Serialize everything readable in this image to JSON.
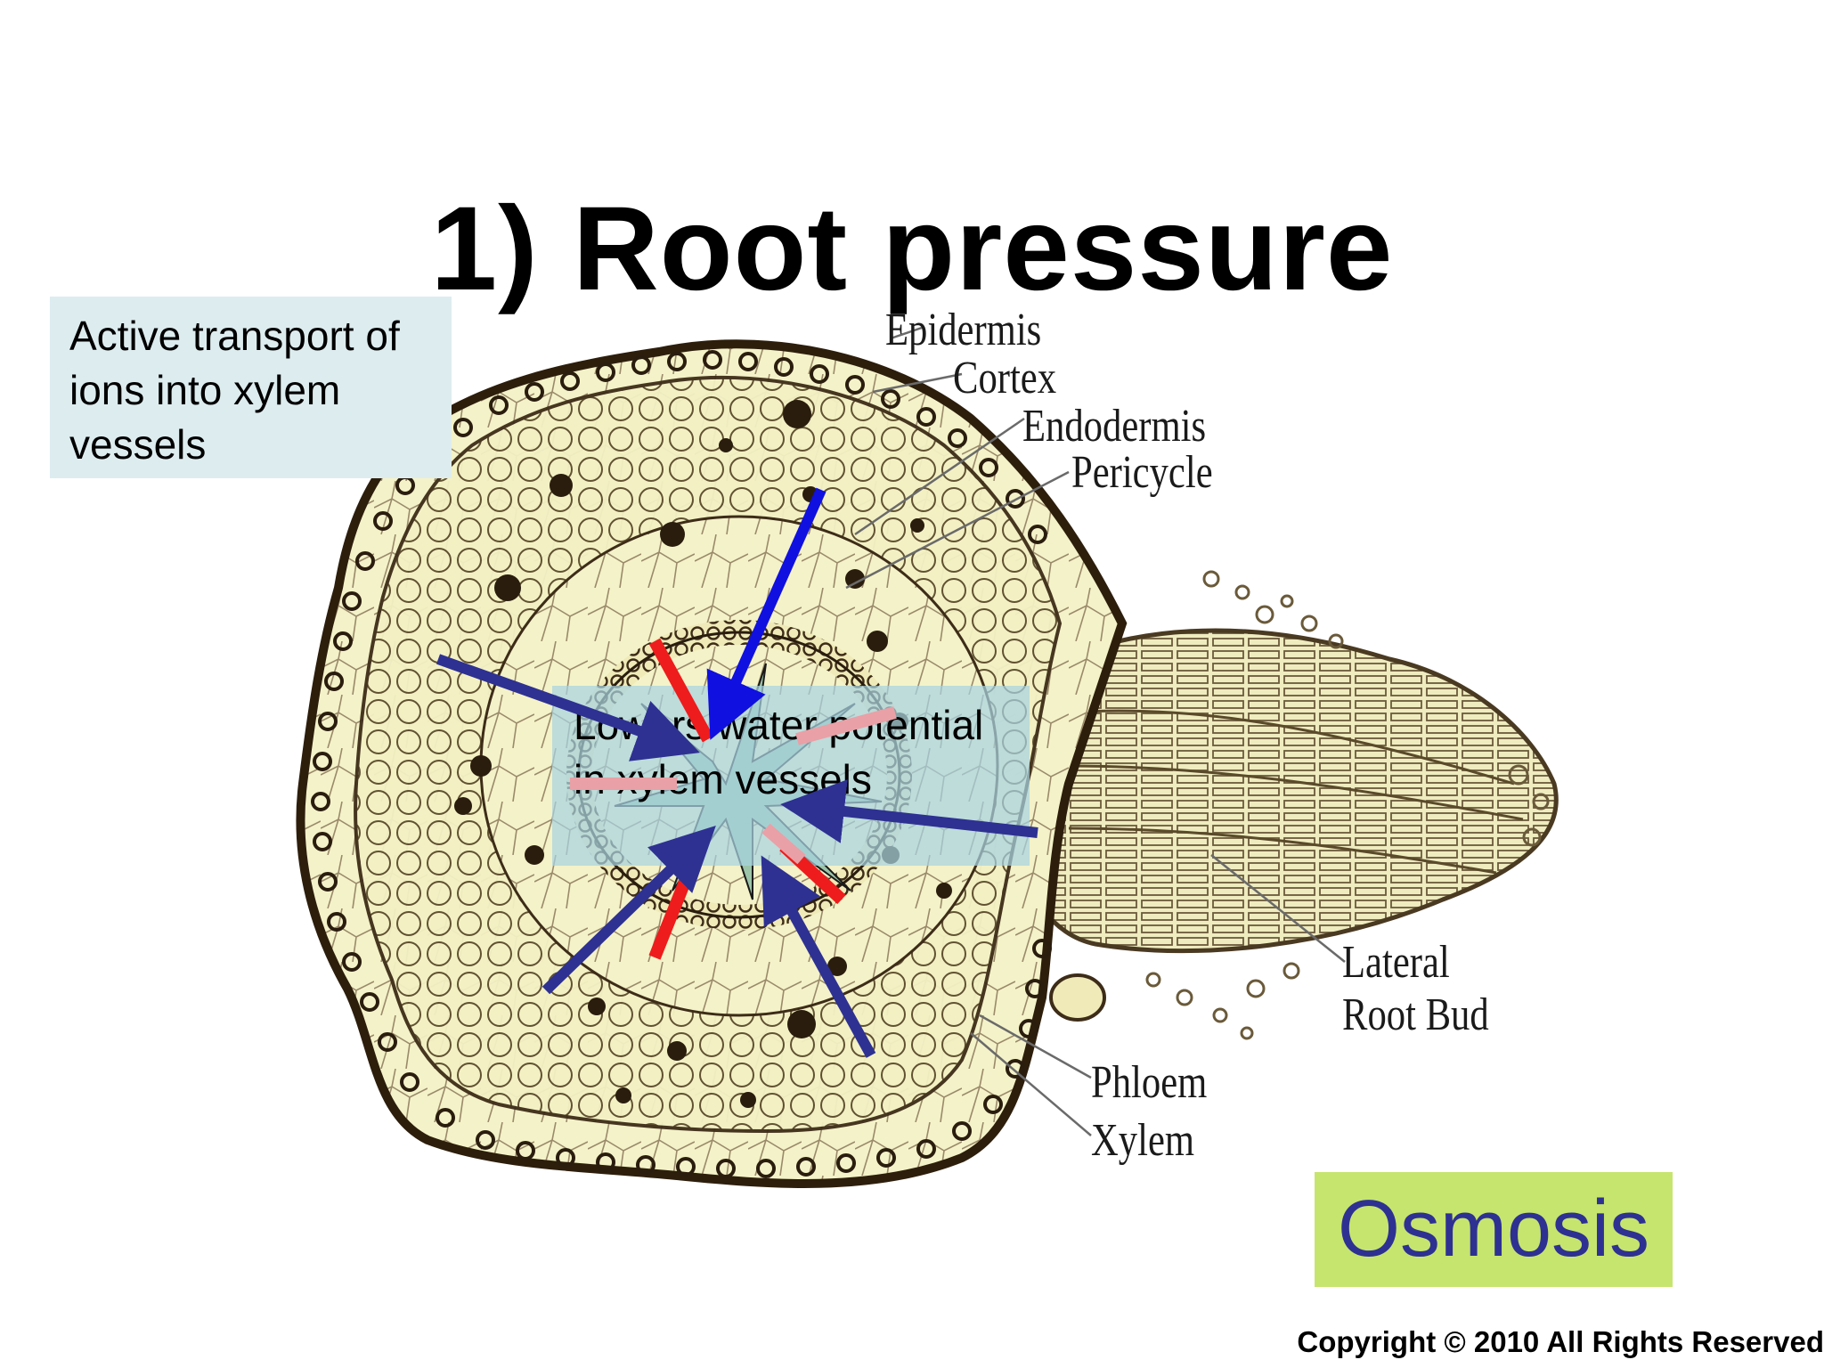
{
  "title": "1) Root pressure",
  "callouts": {
    "active_transport": "Active transport of ions into xylem vessels",
    "lowers_potential": "Lowers water potential in xylem vessels",
    "osmosis": "Osmosis"
  },
  "labels": {
    "epidermis": "Epidermis",
    "cortex": "Cortex",
    "endodermis": "Endodermis",
    "pericycle": "Pericycle",
    "lateral_root_bud_line1": "Lateral",
    "lateral_root_bud_line2": "Root Bud",
    "phloem": "Phloem",
    "xylem": "Xylem"
  },
  "copyright": "Copyright © 2010 All Rights Reserved",
  "colors": {
    "tissue_fill": "#f3f1c4",
    "tissue_outline": "#3d2c18",
    "cell_dots": "#2a1d0e",
    "arrow_blue": "#1010e0",
    "arrow_navy": "#2e3192",
    "arrow_red": "#ee1c1c",
    "arrow_pink": "#e9a0a6",
    "xylem_star": "#9cc4a8",
    "osmosis_bg": "#c6e56e",
    "osmosis_text": "#2e3192",
    "active_bg": "#ddecef"
  }
}
